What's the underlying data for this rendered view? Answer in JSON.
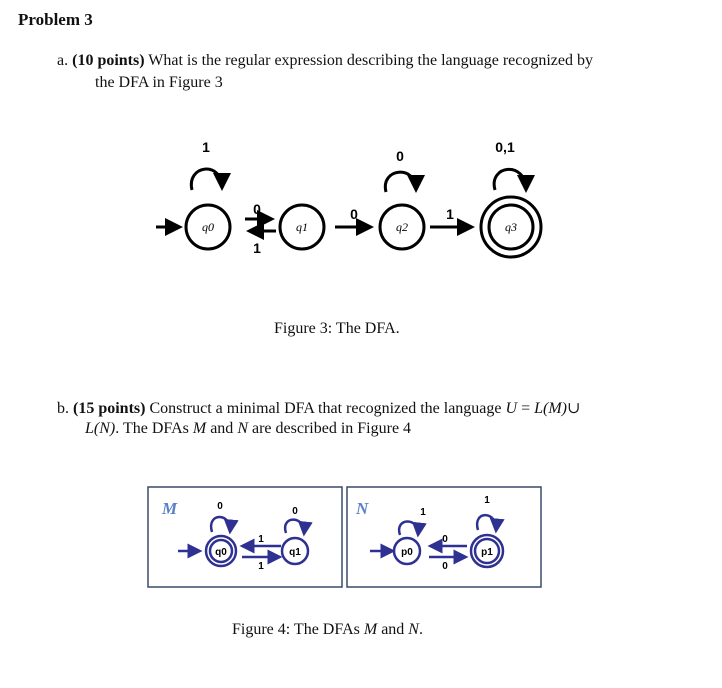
{
  "heading": "Problem 3",
  "part_a": {
    "marker": "a.",
    "points": "(10 points)",
    "line1": "What is the regular expression describing the language recognized by",
    "line2": "the DFA in Figure 3"
  },
  "figure3": {
    "caption": "Figure 3: The DFA.",
    "states": [
      "q0",
      "q1",
      "q2",
      "q3"
    ],
    "labels": {
      "q0_loop": "1",
      "q0_q1": "0",
      "q1_q0": "1",
      "q1_q2": "0",
      "q2_loop": "0",
      "q2_q3": "1",
      "q3_loop": "0,1"
    }
  },
  "part_b": {
    "marker": "b.",
    "points": "(15 points)",
    "line1_text": "Construct a minimal DFA that recognized the language",
    "math1": "U",
    "eq": "=",
    "math2": "L(M)",
    "union": "∪",
    "math3": "L(N)",
    "line2_text": ". The DFAs",
    "m": "M",
    "and": "and",
    "n": "N",
    "line2_tail": "are described in Figure 4"
  },
  "figure4": {
    "caption_prefix": "Figure 4: The DFAs",
    "caption_m": "M",
    "caption_and": "and",
    "caption_n": "N",
    "caption_end": ".",
    "color": "#2e3192",
    "M": {
      "title": "M",
      "states": [
        "q0",
        "q1"
      ],
      "labels": {
        "q0_loop": "0",
        "q1_loop": "0",
        "q1_q0": "1",
        "q0_q1": "1"
      }
    },
    "N": {
      "title": "N",
      "states": [
        "p0",
        "p1"
      ],
      "labels": {
        "p0_loop": "1",
        "p1_loop": "1",
        "p1_p0": "0",
        "p0_p1": "0"
      }
    }
  }
}
